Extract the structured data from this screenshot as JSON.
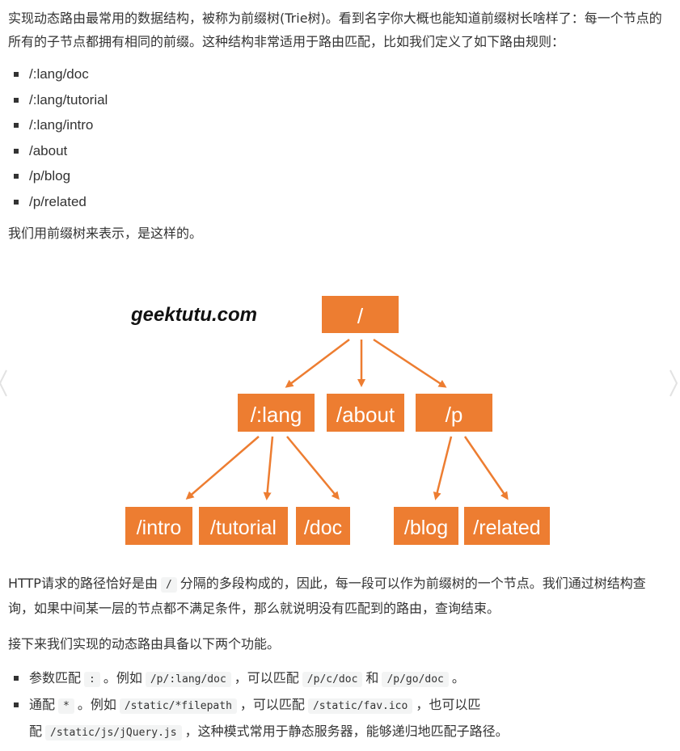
{
  "intro": "实现动态路由最常用的数据结构，被称为前缀树(Trie树)。看到名字你大概也能知道前缀树长啥样了：每一个节点的所有的子节点都拥有相同的前缀。这种结构非常适用于路由匹配，比如我们定义了如下路由规则：",
  "routes": [
    "/:lang/doc",
    "/:lang/tutorial",
    "/:lang/intro",
    "/about",
    "/p/blog",
    "/p/related"
  ],
  "repr_sentence": "我们用前缀树来表示，是这样的。",
  "figure": {
    "watermark": "geektutu.com",
    "root": "/",
    "level1": [
      "/:lang",
      "/about",
      "/p"
    ],
    "level2": [
      "/intro",
      "/tutorial",
      "/doc",
      "/blog",
      "/related"
    ],
    "node_color": "#ED7D31",
    "text_color": "#ffffff"
  },
  "http_para": {
    "before": "HTTP请求的路径恰好是由",
    "code": "/",
    "after": "分隔的多段构成的，因此，每一段可以作为前缀树的一个节点。我们通过树结构查询，如果中间某一层的节点都不满足条件，那么就说明没有匹配到的路由，查询结束。"
  },
  "next_para": "接下来我们实现的动态路由具备以下两个功能。",
  "features": [
    {
      "t1": "参数匹配",
      "c1": ":",
      "t2": "。例如",
      "c2": "/p/:lang/doc",
      "t3": "，可以匹配",
      "c3": "/p/c/doc",
      "t4": "和",
      "c4": "/p/go/doc",
      "t5": "。"
    },
    {
      "t1": "通配",
      "c1": "*",
      "t2": "。例如",
      "c2": "/static/*filepath",
      "t3": "，可以匹配",
      "c3": "/static/fav.ico",
      "t4": "，也可以匹配",
      "c4": "/static/js/jQuery.js",
      "t5": "，这种模式常用于静态服务器，能够递归地匹配子路径。"
    }
  ]
}
